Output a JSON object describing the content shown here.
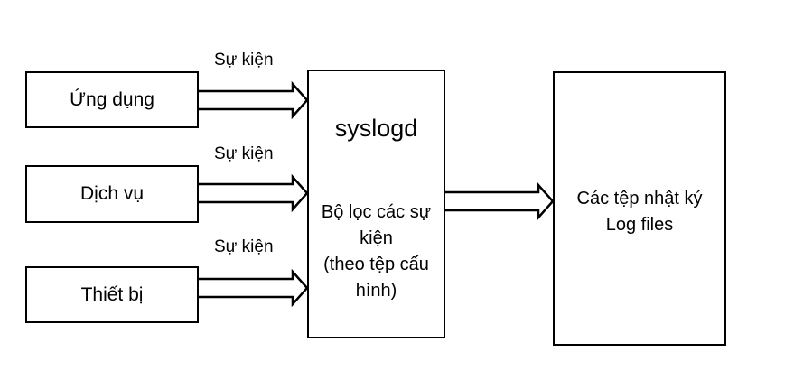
{
  "sources": [
    {
      "label": "Ứng dụng"
    },
    {
      "label": "Dịch vụ"
    },
    {
      "label": "Thiết bị"
    }
  ],
  "event_labels": [
    "Sự kiện",
    "Sự kiện",
    "Sự kiện"
  ],
  "syslogd": {
    "title": "syslogd",
    "description_lines": [
      "Bộ lọc các sự",
      "kiện",
      "(theo tệp cấu",
      "hình)"
    ]
  },
  "log_files": {
    "lines": [
      "Các tệp nhật ký",
      "Log files"
    ]
  }
}
